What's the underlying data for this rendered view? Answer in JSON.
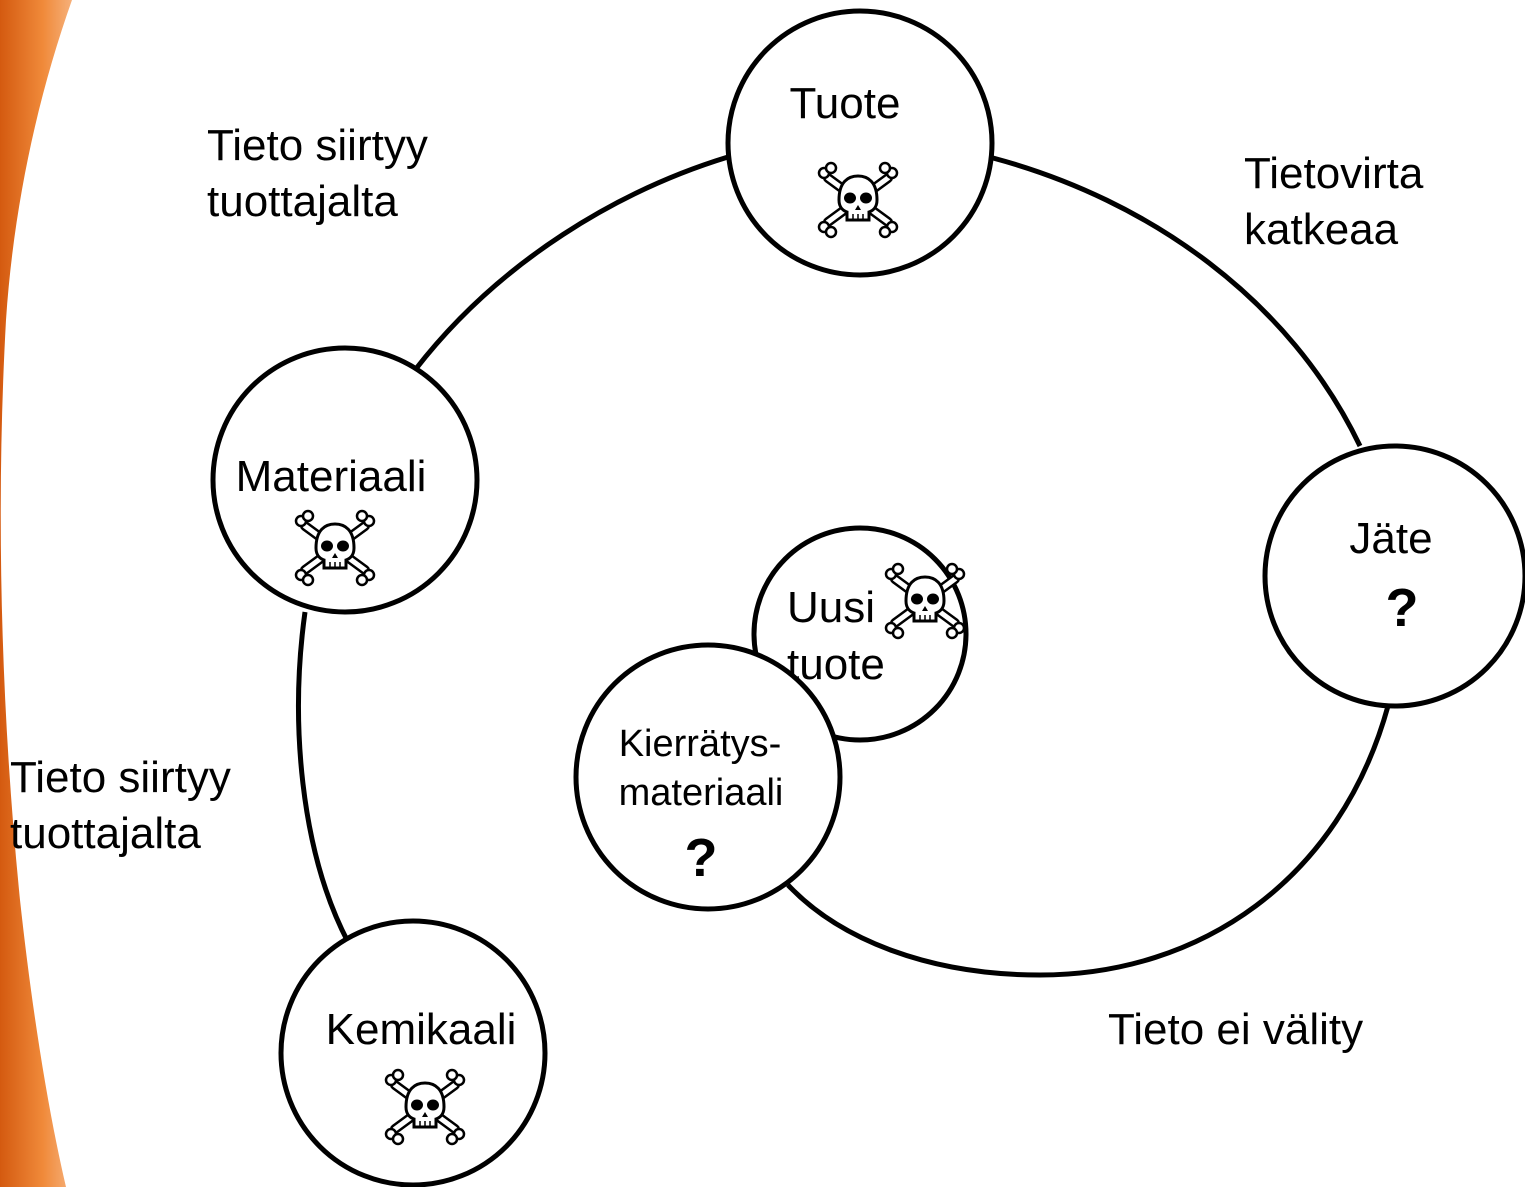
{
  "nodes": {
    "tuote": {
      "label": "Tuote"
    },
    "materiaali": {
      "label": "Materiaali"
    },
    "kemikaali": {
      "label": "Kemikaali"
    },
    "jate": {
      "label": "Jäte",
      "mark": "?"
    },
    "uusi_tuote": {
      "line1": "Uusi",
      "line2": "tuote"
    },
    "kierratys": {
      "line1": "Kierrätys-",
      "line2": "materiaali",
      "mark": "?"
    }
  },
  "edge_labels": {
    "top_left": {
      "line1": "Tieto siirtyy",
      "line2": "tuottajalta"
    },
    "left": {
      "line1": "Tieto siirtyy",
      "line2": "tuottajalta"
    },
    "top_right": {
      "line1": "Tietovirta",
      "line2": "katkeaa"
    },
    "bottom_right": {
      "text": "Tieto ei välity"
    }
  },
  "icons": {
    "hazard": "skull-crossbones-icon"
  },
  "colors": {
    "accent": "#e8731f",
    "stroke": "#000000",
    "background": "#ffffff"
  }
}
